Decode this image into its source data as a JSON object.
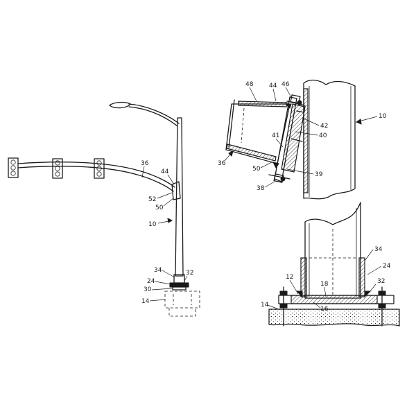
{
  "figure_left": {
    "labels": {
      "arm": "36",
      "arm_end": "44",
      "bracket_a": "52",
      "bracket_b": "50",
      "pole": "10",
      "sleeve": "34",
      "base_top": "32",
      "plate": "24",
      "base_low": "30",
      "foundation": "14"
    }
  },
  "figure_top_right": {
    "labels": {
      "a48": "48",
      "a44": "44",
      "a46": "46",
      "a42": "42",
      "a40": "40",
      "a41": "41",
      "a39": "39",
      "a50": "50",
      "a38": "38",
      "a36": "36",
      "pole": "10"
    }
  },
  "figure_bottom_right": {
    "labels": {
      "b34": "34",
      "b24": "24",
      "b12": "12",
      "b18": "18",
      "b32": "32",
      "b14": "14",
      "b16": "16"
    }
  }
}
